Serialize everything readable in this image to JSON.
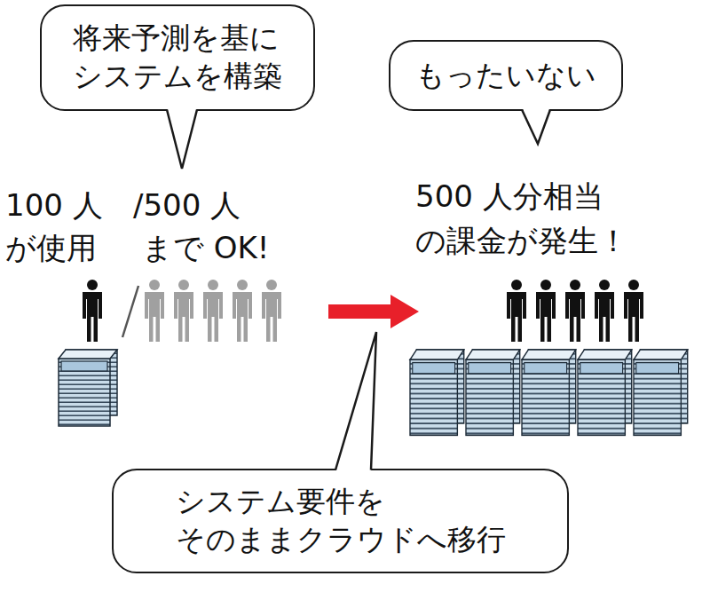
{
  "diagram": {
    "nodes": [
      {
        "text": [
          "将来予測を基に システムを構築"
        ]
      },
      {
        "text": [
          "もったいない"
        ]
      },
      {
        "text": [
          "システム要件を そのままクラウドへ移行"
        ]
      }
    ],
    "labels": [
      "100 人",
      "/500 人",
      "が使用",
      "まで OK!",
      "500 人分相当",
      "の課金が発生！"
    ]
  }
}
